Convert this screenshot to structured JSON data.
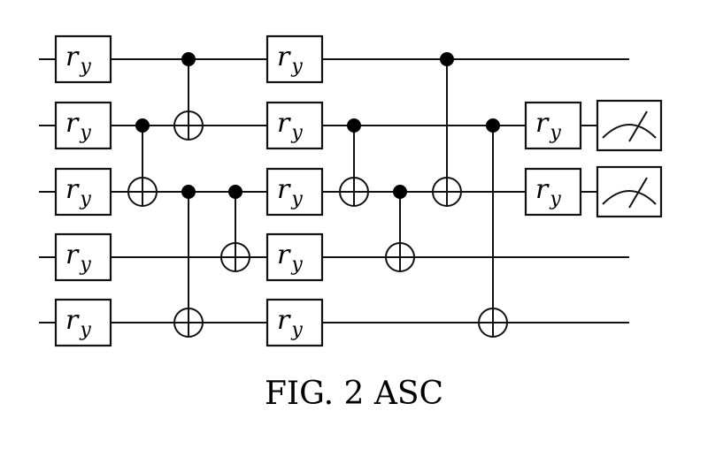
{
  "figure": {
    "caption": "FIG. 2 ASC",
    "num_qubits": 5,
    "gate_label_main": "r",
    "gate_label_sub": "y"
  },
  "circuit": {
    "gates": [
      {
        "type": "ry",
        "qubit": 0,
        "layer": 0
      },
      {
        "type": "ry",
        "qubit": 1,
        "layer": 0
      },
      {
        "type": "ry",
        "qubit": 2,
        "layer": 0
      },
      {
        "type": "ry",
        "qubit": 3,
        "layer": 0
      },
      {
        "type": "ry",
        "qubit": 4,
        "layer": 0
      },
      {
        "type": "cnot",
        "control": 1,
        "target": 2,
        "column": 1
      },
      {
        "type": "cnot",
        "control": 0,
        "target": 1,
        "column": 2
      },
      {
        "type": "cnot",
        "control": 2,
        "target": 4,
        "column": 2
      },
      {
        "type": "cnot",
        "control": 2,
        "target": 3,
        "column": 3
      },
      {
        "type": "ry",
        "qubit": 0,
        "layer": 1
      },
      {
        "type": "ry",
        "qubit": 1,
        "layer": 1
      },
      {
        "type": "ry",
        "qubit": 2,
        "layer": 1
      },
      {
        "type": "ry",
        "qubit": 3,
        "layer": 1
      },
      {
        "type": "ry",
        "qubit": 4,
        "layer": 1
      },
      {
        "type": "cnot",
        "control": 1,
        "target": 2,
        "column": 4
      },
      {
        "type": "cnot",
        "control": 2,
        "target": 3,
        "column": 5
      },
      {
        "type": "cnot",
        "control": 0,
        "target": 2,
        "column": 6
      },
      {
        "type": "cnot",
        "control": 1,
        "target": 4,
        "column": 7
      },
      {
        "type": "ry",
        "qubit": 1,
        "layer": 2
      },
      {
        "type": "ry",
        "qubit": 2,
        "layer": 2
      },
      {
        "type": "measure",
        "qubit": 1
      },
      {
        "type": "measure",
        "qubit": 2
      }
    ]
  }
}
